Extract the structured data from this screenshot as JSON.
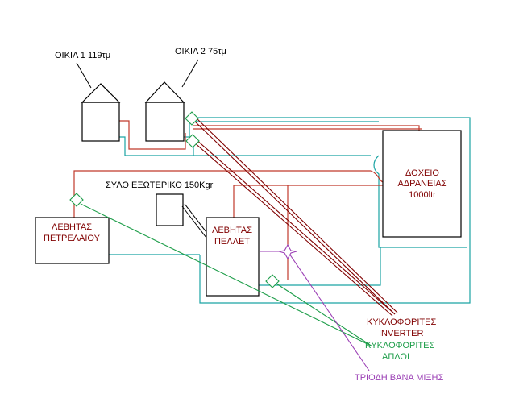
{
  "houses": [
    {
      "label": "ΟΙΚΙΑ 1   119τμ"
    },
    {
      "label": "ΟΙΚΙΑ 2  75τμ"
    }
  ],
  "silo": {
    "label": "ΣΥΛΟ ΕΞΩΤΕΡΙΚΟ 150Kgr"
  },
  "oil_boiler": {
    "line1": "ΛΕΒΗΤΑΣ",
    "line2": "ΠΕΤΡΕΛΑΙΟΥ"
  },
  "pellet_boiler": {
    "line1": "ΛΕΒΗΤΑΣ",
    "line2": "ΠΕΛΛΕΤ"
  },
  "storage_tank": {
    "line1": "ΔΟΧΕΙΟ",
    "line2": "ΑΔΡΑΝΕΙΑΣ",
    "line3": "1000ltr"
  },
  "legend": {
    "inverter_line1": "ΚΥΚΛΟΦΟΡΙΤΕΣ",
    "inverter_line2": "INVERTER",
    "simple_line1": "ΚΥΚΛΟΦΟΡΙΤΕΣ",
    "simple_line2": "ΑΠΛΟΙ",
    "valve": "ΤΡΙΟΔΗ ΒΑΝΑ ΜΙΞΗΣ"
  },
  "colors": {
    "supply": "#c0392b",
    "return": "#1aa3a3",
    "inverter_pump": "#800000",
    "simple_pump": "#1e9e4a",
    "mixing_valve": "#9b3fb5",
    "outline": "#000000"
  }
}
